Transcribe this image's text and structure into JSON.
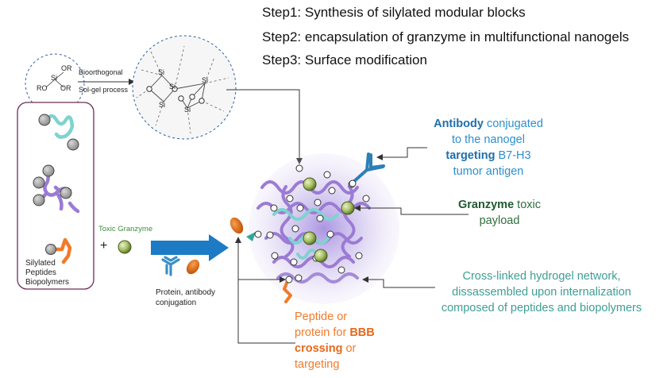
{
  "steps": [
    "Step1: Synthesis of silylated modular blocks",
    "Step2: encapsulation of granzyme in multifunctional nanogels",
    "Step3: Surface modification"
  ],
  "small_circle": {
    "si": "Si",
    "or1": "OR",
    "or2": "OR",
    "ro": "RO"
  },
  "process": {
    "line1": "Bioorthogonal",
    "line2": "Sol-gel process"
  },
  "big_circle": {
    "si1": "Si",
    "si2": "Si",
    "si3": "Si",
    "si4": "Si",
    "si5": "Si"
  },
  "box": {
    "line1": "Silylated",
    "line2": "Peptides",
    "line3": "Biopolymers"
  },
  "plus": "+",
  "toxic_granzyme": "Toxic Granzyme",
  "conjugation": {
    "line1": "Protein, antibody",
    "line2": "conjugation"
  },
  "antibody": {
    "w1": "Antibody",
    "w2": " conjugated",
    "line2": "to the nanogel",
    "w3": "targeting",
    "w4": " B7-H3",
    "line4": "tumor antigen"
  },
  "granzyme": {
    "w1": "Granzyme",
    "w2": " toxic",
    "line2": "payload"
  },
  "hydrogel": {
    "line1": "Cross-linked hydrogel network,",
    "line2": "dissassembled upon internalization",
    "line3": "composed of peptides and biopolymers"
  },
  "peptide": {
    "line1": "Peptide or",
    "line2a": "protein for ",
    "line2b": "BBB",
    "line3a": "crossing",
    "line3b": " or",
    "line4": "targeting"
  },
  "colors": {
    "blue": "#2E8FCB",
    "green": "#2E6E3D",
    "teal": "#3E9E94",
    "orange": "#F07B2A",
    "purple": "#8E6CC9",
    "arrow": "#1C7BC4"
  }
}
